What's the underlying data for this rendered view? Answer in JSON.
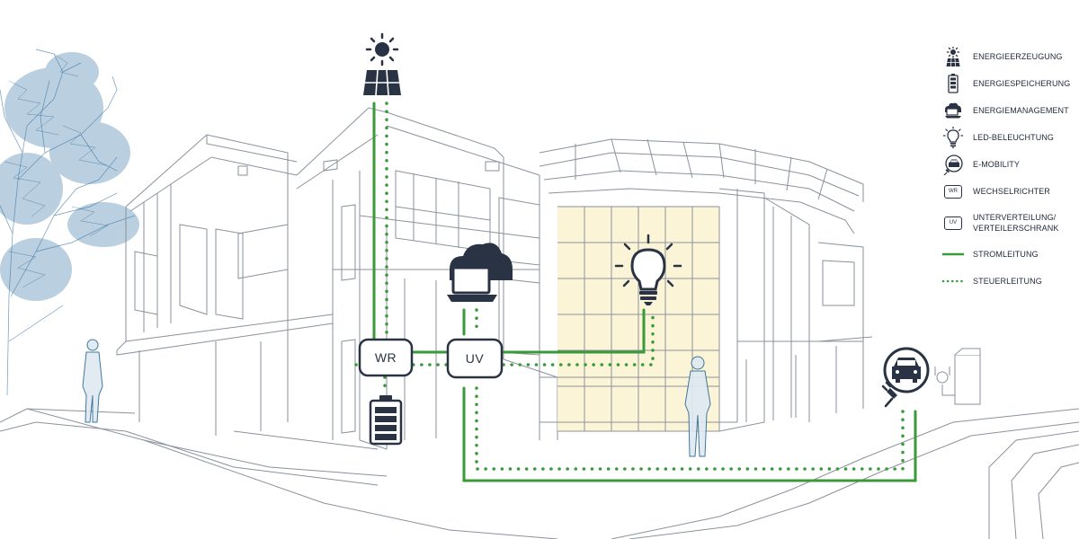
{
  "nodes": {
    "wr": "WR",
    "uv": "UV"
  },
  "legend": {
    "items": [
      {
        "id": "energy-generation",
        "label": "ENERGIEERZEUGUNG",
        "icon": "solar-panel-icon"
      },
      {
        "id": "energy-storage",
        "label": "ENERGIESPEICHERUNG",
        "icon": "battery-icon"
      },
      {
        "id": "energy-management",
        "label": "ENERGIEMANAGEMENT",
        "icon": "cloud-laptop-icon"
      },
      {
        "id": "led-lighting",
        "label": "LED-BELEUCHTUNG",
        "icon": "light-bulb-icon"
      },
      {
        "id": "e-mobility",
        "label": "E-MOBILITY",
        "icon": "electric-car-icon"
      },
      {
        "id": "inverter",
        "label": "WECHSELRICHTER",
        "icon": "wr-box-icon",
        "badge": "WR"
      },
      {
        "id": "distribution",
        "label_line1": "UNTERVERTEILUNG/",
        "label_line2": "VERTEILERSCHRANK",
        "icon": "uv-box-icon",
        "badge": "UV"
      },
      {
        "id": "power-line",
        "label": "STROMLEITUNG",
        "icon": "solid-line-icon"
      },
      {
        "id": "control-line",
        "label": "STEUERLEITUNG",
        "icon": "dotted-line-icon"
      }
    ]
  },
  "colors": {
    "power_line": "#3a9a3a",
    "control_line": "#3a9a3a",
    "icon": "#2a3344",
    "sketch": "#8a929c",
    "glass_glow": "#fbf2cf",
    "tree": "#3c78a6"
  }
}
